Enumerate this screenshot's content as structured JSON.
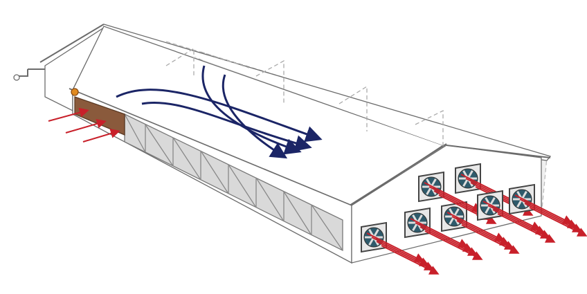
{
  "colors": {
    "outline": "#6b6b6b",
    "roof": "#ffffff",
    "interior_shade": "#ececec",
    "airflow_inside": "#1b2566",
    "airflow_exhaust": "#c8202a",
    "fan_blade": "#2e5a6b",
    "cooling_pad": "#8a5a3c"
  },
  "fans": [
    {
      "row": "lower",
      "index": 1
    },
    {
      "row": "lower",
      "index": 2
    },
    {
      "row": "lower",
      "index": 3
    },
    {
      "row": "upper",
      "index": 1
    },
    {
      "row": "upper",
      "index": 2
    },
    {
      "row": "lower",
      "index": 4
    },
    {
      "row": "upper",
      "index": 3
    }
  ]
}
